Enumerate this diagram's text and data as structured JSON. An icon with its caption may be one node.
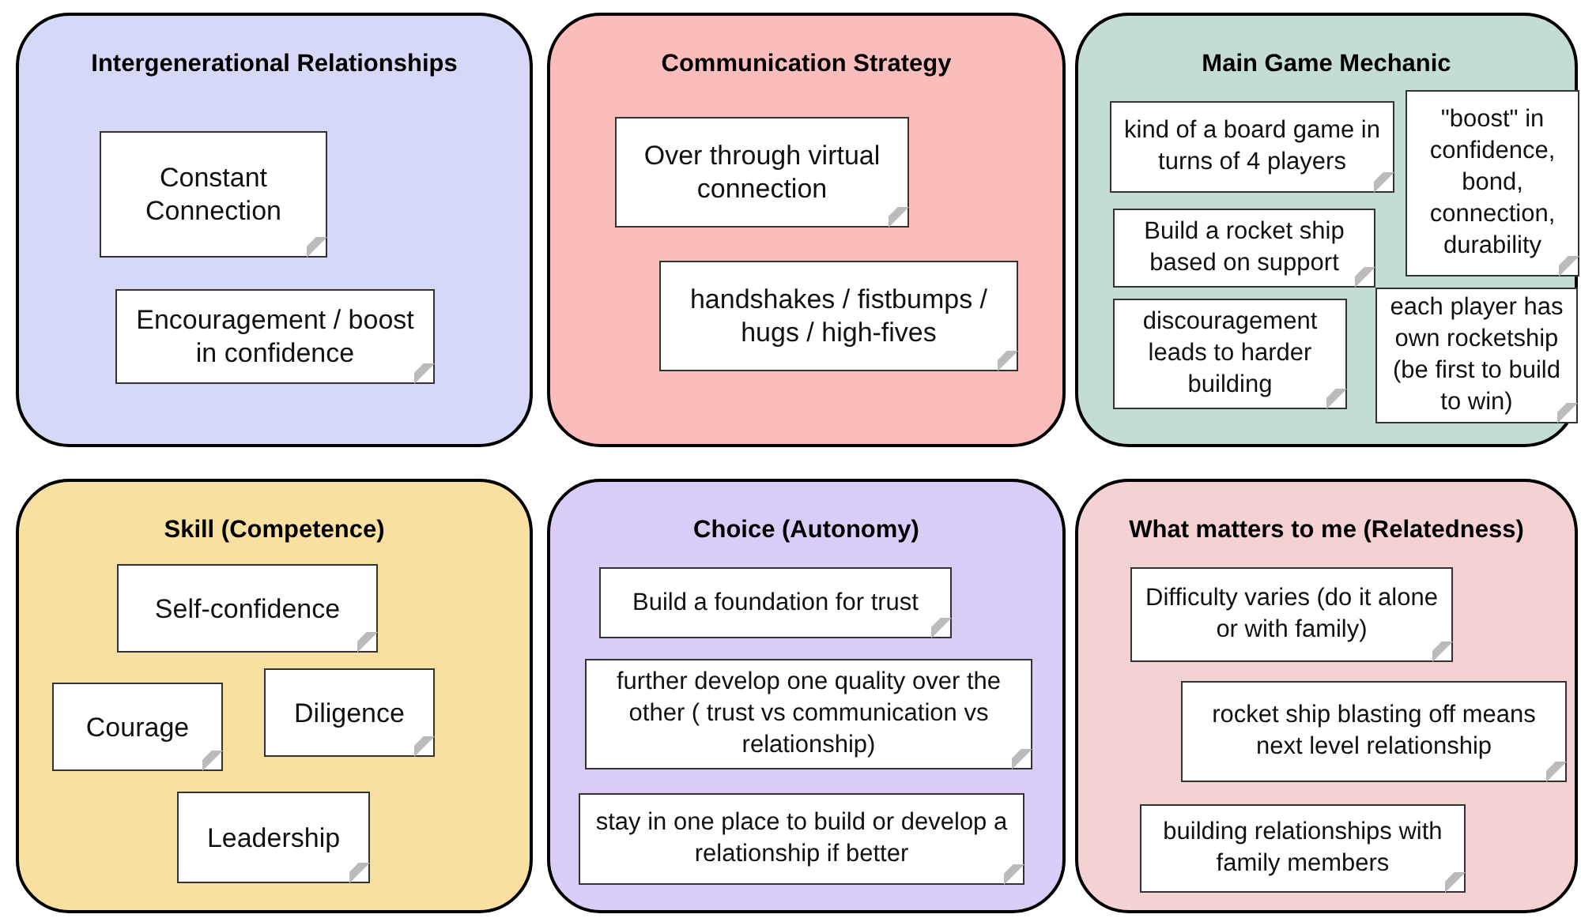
{
  "diagram": {
    "nodes": [
      {
        "text": [
          "Intergenerational Relationships"
        ]
      },
      {
        "text": [
          "Constant Connection"
        ],
        "in": 0
      },
      {
        "text": [
          "Encouragement / boost in confidence"
        ],
        "in": 0
      },
      {
        "text": [
          "Communication Strategy"
        ]
      },
      {
        "text": [
          "Over through virtual connection"
        ],
        "in": 3
      },
      {
        "text": [
          "handshakes / fistbumps / hugs / high-fives"
        ],
        "in": 3
      },
      {
        "text": [
          "Main Game Mechanic"
        ]
      },
      {
        "text": [
          "kind of a board game in turns of 4 players"
        ],
        "in": 6
      },
      {
        "text": [
          "\"boost\" in confidence, bond, connection, durability"
        ],
        "in": 6
      },
      {
        "text": [
          "Build a rocket ship based on support"
        ],
        "in": 6
      },
      {
        "text": [
          "discouragement leads to harder building"
        ],
        "in": 6
      },
      {
        "text": [
          "each player has own rocketship (be first to build to win)"
        ],
        "in": 6
      },
      {
        "text": [
          "Skill (Competence)"
        ]
      },
      {
        "text": [
          "Self-confidence"
        ],
        "in": 12
      },
      {
        "text": [
          "Courage"
        ],
        "in": 12
      },
      {
        "text": [
          "Diligence"
        ],
        "in": 12
      },
      {
        "text": [
          "Leadership"
        ],
        "in": 12
      },
      {
        "text": [
          "Choice (Autonomy)"
        ]
      },
      {
        "text": [
          "Build a foundation for trust"
        ],
        "in": 17
      },
      {
        "text": [
          "further develop one quality over the other ( trust vs communication vs relationship)"
        ],
        "in": 17
      },
      {
        "text": [
          "stay in one place to build or develop a relationship if better"
        ],
        "in": 17
      },
      {
        "text": [
          "What matters to me (Relatedness)"
        ]
      },
      {
        "text": [
          "Difficulty varies (do it alone or with family)"
        ],
        "in": 21
      },
      {
        "text": [
          "rocket ship blasting off means next level relationship"
        ],
        "in": 21
      },
      {
        "text": [
          "building relationships with family members"
        ],
        "in": 21
      }
    ]
  }
}
